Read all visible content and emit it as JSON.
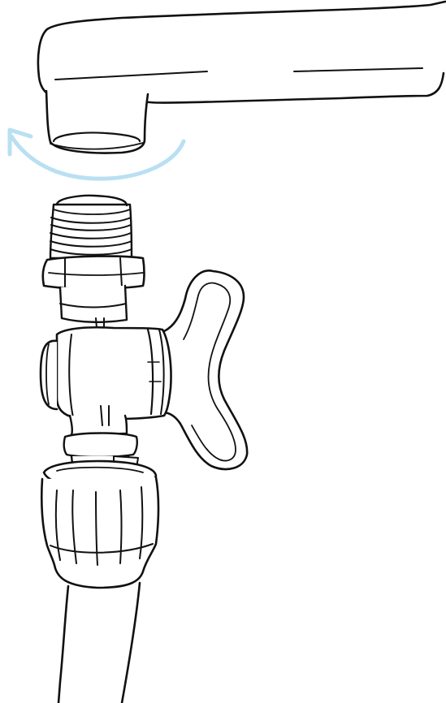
{
  "illustration": {
    "subject": "faucet-valve-hose-attachment",
    "parts": [
      "faucet-spout",
      "aerator",
      "threaded-connector",
      "hex-nut",
      "ball-valve",
      "butterfly-handle",
      "hose-coupling",
      "garden-hose"
    ],
    "arrow": {
      "direction": "counter-clockwise",
      "meaning": "rotate-to-attach",
      "color": "#b9e0f2"
    },
    "line_color": "#111111",
    "fill_color": "#ffffff"
  }
}
